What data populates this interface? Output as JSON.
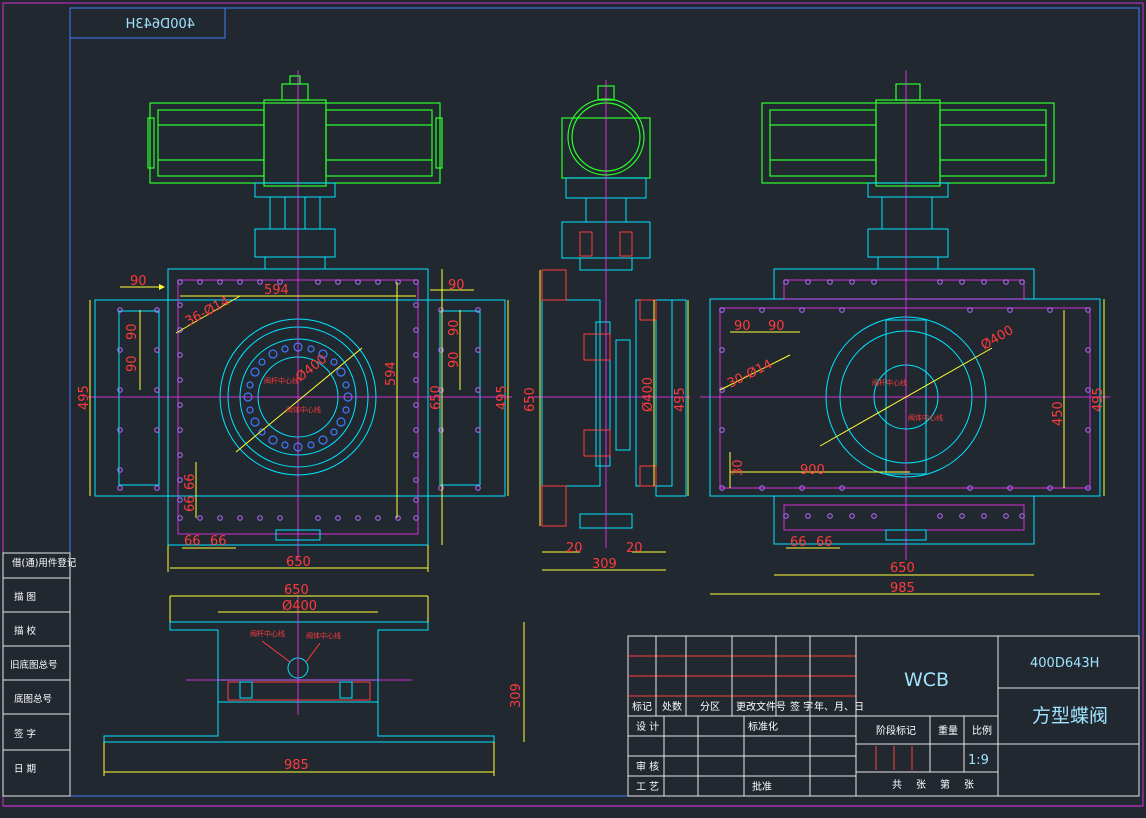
{
  "drawing": {
    "code_mirrored": "400D643H",
    "views": {
      "front": {
        "dims": {
          "top_90": "90",
          "top_594": "594",
          "holes": "36-Ø14",
          "left_90a": "90",
          "left_90b": "90",
          "left_495": "495",
          "right_594": "594",
          "right_650": "650",
          "right_90a": "90",
          "right_90b": "90",
          "right_495": "495",
          "bot_66a": "66",
          "bot_66b": "66",
          "left_66a": "66",
          "left_66b": "66",
          "bottom_650": "650",
          "dia400": "Ø400"
        },
        "notes": [
          "阀杆中心线",
          "阀体中心线"
        ]
      },
      "side": {
        "dims": {
          "h650": "650",
          "dia400": "Ø400",
          "h495": "495",
          "w20a": "20",
          "w20b": "20",
          "w309": "309"
        }
      },
      "rear": {
        "dims": {
          "top_90a": "90",
          "top_90b": "90",
          "holes": "30-Ø14",
          "dia400": "Ø400",
          "h450": "450",
          "h495": "495",
          "left_30": "30",
          "w900": "900",
          "bot_66a": "66",
          "bot_66b": "66",
          "bottom_650": "650",
          "bottom_985": "985"
        },
        "notes": [
          "阀杆中心线",
          "阀体中心线"
        ]
      },
      "top": {
        "dims": {
          "w650": "650",
          "dia400": "Ø400",
          "h309": "309",
          "w985": "985"
        },
        "notes": [
          "阀杆中心线",
          "阀体中心线"
        ]
      }
    }
  },
  "sidebar": {
    "rows": [
      "借(通)用件登记",
      "描 图",
      "描 校",
      "旧底图总号",
      "底图总号",
      "签 字",
      "日 期"
    ]
  },
  "titleblock": {
    "header": [
      "标记",
      "处数",
      "分区",
      "更改文件号",
      "签 字",
      "年、月、日"
    ],
    "rows": [
      "设 计",
      "标准化",
      "审 核",
      "工 艺",
      "批准"
    ],
    "material": "WCB",
    "code": "400D643H",
    "name": "方型蝶阀",
    "stage_label": "阶段标记",
    "weight_label": "重量",
    "scale_label": "比例",
    "scale": "1:9",
    "sheet": [
      "共",
      "张",
      "第",
      "张"
    ]
  },
  "colors": {
    "background": "#212830",
    "frame": "#ff33ff",
    "outline": "#00e5ff",
    "actuator": "#2cff2c",
    "dimension_line": "#ffff33",
    "dimension_text": "#ff3b3b",
    "centerline": "#ff33ff"
  }
}
